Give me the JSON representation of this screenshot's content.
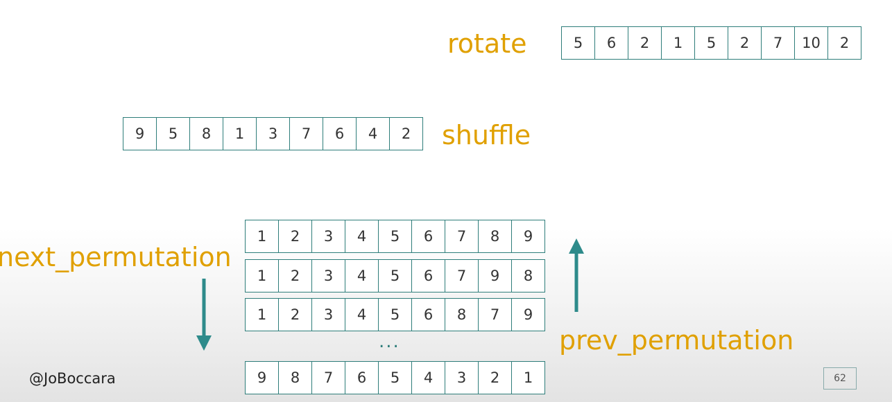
{
  "labels": {
    "rotate": "rotate",
    "shuffle": "shuffle",
    "next_permutation": "next_permutation",
    "prev_permutation": "prev_permutation"
  },
  "arrays": {
    "rotate": [
      "5",
      "6",
      "2",
      "1",
      "5",
      "2",
      "7",
      "10",
      "2"
    ],
    "shuffle": [
      "9",
      "5",
      "8",
      "1",
      "3",
      "7",
      "6",
      "4",
      "2"
    ],
    "perm_1": [
      "1",
      "2",
      "3",
      "4",
      "5",
      "6",
      "7",
      "8",
      "9"
    ],
    "perm_2": [
      "1",
      "2",
      "3",
      "4",
      "5",
      "6",
      "7",
      "9",
      "8"
    ],
    "perm_3": [
      "1",
      "2",
      "3",
      "4",
      "5",
      "6",
      "8",
      "7",
      "9"
    ],
    "perm_last": [
      "9",
      "8",
      "7",
      "6",
      "5",
      "4",
      "3",
      "2",
      "1"
    ]
  },
  "ellipsis": "...",
  "footer": {
    "handle": "@JoBoccara",
    "page_number": "62"
  },
  "colors": {
    "label": "#e0a000",
    "cell_border": "#2e7d7a",
    "arrow": "#2e8b8b"
  }
}
